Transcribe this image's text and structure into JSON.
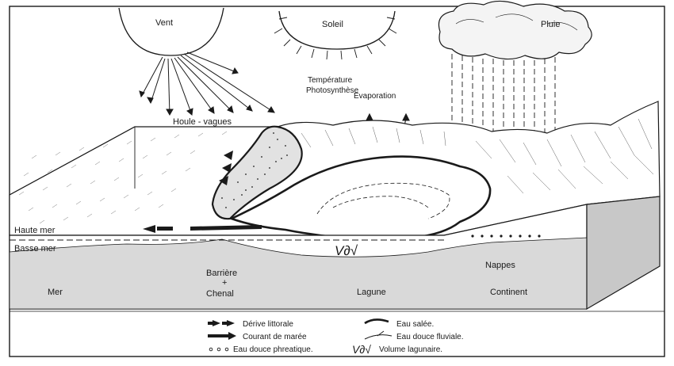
{
  "sky": {
    "wind": "Vent",
    "sun": "Soleil",
    "rain": "Pluie",
    "temperature": "Température",
    "photosynthesis": "Photosynthèse",
    "evaporation": "Evaporation"
  },
  "block": {
    "swell": "Houle - vagues",
    "high_tide": "Haute mer",
    "low_tide": "Basse mer",
    "lagoon_volume_symbol": "V∂√"
  },
  "regions": {
    "sea": "Mer",
    "barrier_1": "Barrière",
    "barrier_plus": "+",
    "barrier_2": "Chenal",
    "lagoon": "Lagune",
    "groundwater": "Nappes",
    "continent": "Continent"
  },
  "legend": {
    "littoral_drift": "Dérive littorale",
    "tidal_current": "Courant de marée",
    "phreatic_freshwater": "Eau douce phreatique.",
    "salt_water": "Eau salée.",
    "river_freshwater": "Eau douce fluviale.",
    "lagoon_volume": "Volume lagunaire.",
    "lagoon_volume_symbol": "V∂√"
  }
}
